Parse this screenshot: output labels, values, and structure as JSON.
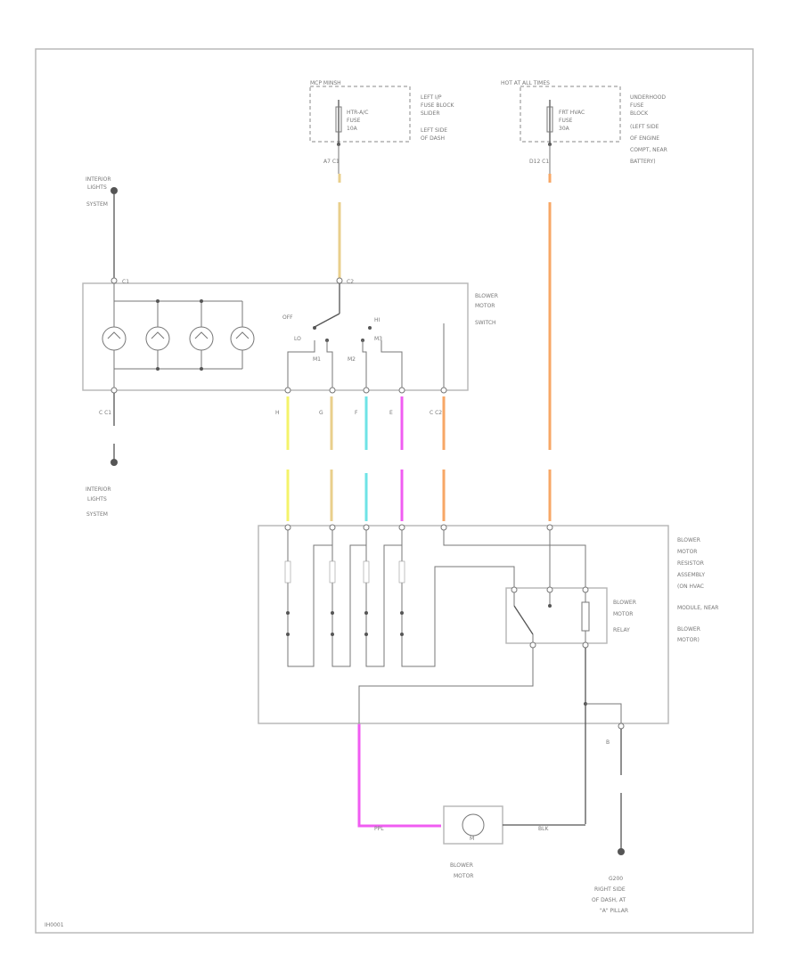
{
  "labels": {
    "fuse1_header": "MCP MINSH",
    "fuse1_name": [
      "HTR-A/C",
      "FUSE",
      "10A"
    ],
    "fuse1_location": [
      "LEFT I/P",
      "FUSE BLOCK",
      "SLIDER",
      "LEFT SIDE",
      "OF DASH"
    ],
    "fuse1_conn": "A7  C1",
    "fuse2_header": "HOT AT ALL TIMES",
    "fuse2_name": [
      "FRT HVAC",
      "FUSE",
      "30A"
    ],
    "fuse2_location": [
      "UNDERHOOD",
      "FUSE",
      "BLOCK",
      "(LEFT SIDE",
      "OF ENGINE",
      "COMPT, NEAR",
      "BATTERY)"
    ],
    "fuse2_conn": "D12  C1",
    "interior_top": [
      "INTERIOR",
      "LIGHTS",
      "SYSTEM"
    ],
    "interior_bottom": [
      "INTERIOR",
      "LIGHTS",
      "SYSTEM"
    ],
    "switch_label": [
      "BLOWER",
      "MOTOR",
      "SWITCH"
    ],
    "switch_off": "OFF",
    "switch_hi": "HI",
    "switch_lo": "LO",
    "switch_m1": "M1",
    "switch_m2": "M2",
    "switch_m3": "M3",
    "switch_c1": "C  C1",
    "pin_h": "H",
    "pin_g": "G",
    "pin_f": "F",
    "pin_e": "E",
    "pin_c2": "C  C2",
    "resistor_label": [
      "BLOWER",
      "MOTOR",
      "RESISTOR",
      "ASSEMBLY",
      "(ON HVAC",
      "MODULE, NEAR",
      "BLOWER",
      "MOTOR)"
    ],
    "relay_label": [
      "BLOWER",
      "MOTOR",
      "RELAY"
    ],
    "motor_label": [
      "BLOWER",
      "MOTOR"
    ],
    "motor_symbol": "M",
    "ground_pin": "B",
    "ground_label": [
      "G200",
      "RIGHT SIDE",
      "OF DASH, AT",
      "\"A\" PILLAR"
    ],
    "wire_ppl": "PPL",
    "wire_blk": "BLK",
    "figure_id": "IH0001"
  },
  "colors": {
    "tan": "#e9cf8c",
    "orange": "#f7a766",
    "yellow": "#f4f36a",
    "blue": "#6ee3e6",
    "pink": "#f05cf2"
  }
}
